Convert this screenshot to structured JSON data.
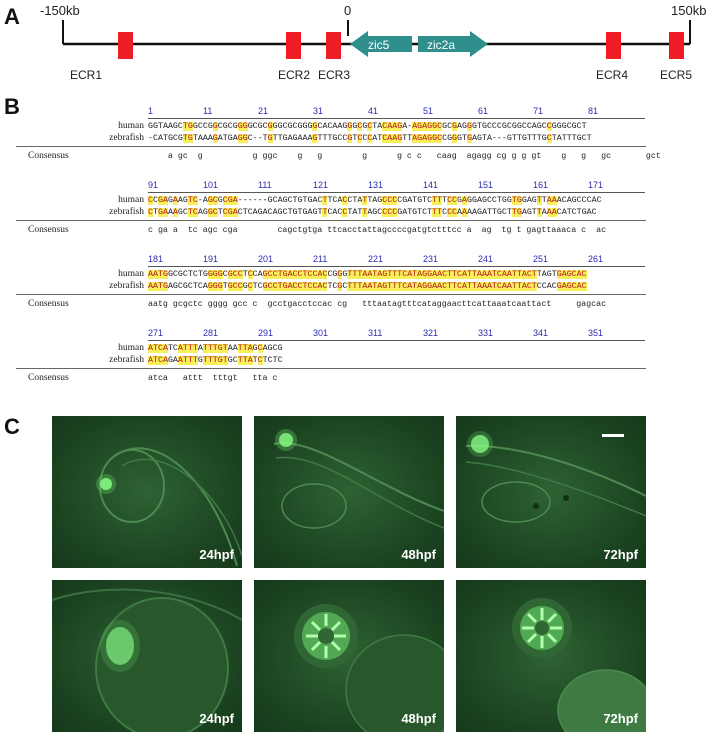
{
  "panels": {
    "a": {
      "letter": "A",
      "coords": {
        "left": "-150kb",
        "center": "0",
        "right": "150kb"
      },
      "genes": [
        {
          "name": "zic5",
          "direction": "left"
        },
        {
          "name": "zic2a",
          "direction": "right"
        }
      ],
      "ecrs": [
        "ECR1",
        "ECR2",
        "ECR3",
        "ECR4",
        "ECR5"
      ],
      "colors": {
        "ecr": "#ee1c25",
        "gene": "#2e8f8c",
        "line": "#111111"
      }
    },
    "b": {
      "letter": "B",
      "row_labels": {
        "human": "human",
        "zebrafish": "zebrafish",
        "consensus": "Consensus"
      },
      "colors": {
        "match_bg": "#f7f05a",
        "match_fg": "#b5121b",
        "ruler": "#2b2bb0"
      },
      "blocks": [
        {
          "ruler": [
            "1",
            "11",
            "21",
            "31",
            "41",
            "51",
            "61",
            "71",
            "81"
          ],
          "human": "GGTAAGCTGGCCGGCGCGGGGCGCGGGCGCGGGGCACAAGGGCGCTACAAGA-AGAGGCGCGAGGGTGCCCGCGGCCAGCCGGGCGCT",
          "zebrafish": "-CATGCGTGTAAAGATGAGGC--TGTTGAGAAAGTTTGCCGTCCCATCAAGTTAGAGGCCGGGTGAGTA---GTTGTTTGCTATTTGCT",
          "consensus": "    a gc  g          g ggc    g   g        g      g c c   caag  agagg cg g g gt    g   g   gc       gct"
        },
        {
          "ruler": [
            "91",
            "101",
            "111",
            "121",
            "131",
            "141",
            "151",
            "161",
            "171"
          ],
          "human": "CCGAGAAGTC-AGCGCGA------GCAGCTGTGACTTCACCTATTAGCCCCGATGTCTTTCCGAGGAGCCTGGTGGAGTTAAACAGCCCAC",
          "zebrafish": "CTGAAAGCTCAGGCTCGACTCAGACAGCTGTGAGTTCACCTATTAGCCCCGATGTCTTTCCCAAAAGATTGCTTGAGTTAAACATCTGAC",
          "consensus": "c ga a  tc agc cga        cagctgtga ttcacctattagccccgatgtctttcc a  ag  tg t gagttaaaca c  ac"
        },
        {
          "ruler": [
            "181",
            "191",
            "201",
            "211",
            "221",
            "231",
            "241",
            "251",
            "261"
          ],
          "human": "AATGGCGCTCTGGGGCGCCTCCAGCCTGACCTCCACCGGGTTTAATAGTTTCATAGGAACTTCATTAAATCAATTACTTAGTGAGCAC",
          "zebrafish": "AATGAGCGCTCAGGGTGCCGCTCGCCTGACCTCCACTCGCTTTAATAGTTTCATAGGAACTTCATTAAATCAATTACTCCACGAGCAC",
          "consensus": "aatg gcgctc gggg gcc c  gcctgacctccac cg   tttaatagtttcataggaacttcattaaatcaattact     gagcac"
        },
        {
          "ruler": [
            "271",
            "281",
            "291",
            "301",
            "311",
            "321",
            "331",
            "341",
            "351"
          ],
          "human": "ATCATCATTTATTTGTAATTAGCAGCG",
          "zebrafish": "ATCAGAATTTGTTTGTGCTTATCTCTC",
          "consensus": "atca   attt  tttgt   tta c"
        }
      ]
    },
    "c": {
      "letter": "C",
      "rows": [
        {
          "view": "whole-embryo",
          "stages": [
            "24hpf",
            "48hpf",
            "72hpf"
          ]
        },
        {
          "view": "head-closeup",
          "stages": [
            "24hpf",
            "48hpf",
            "72hpf"
          ]
        }
      ]
    }
  }
}
